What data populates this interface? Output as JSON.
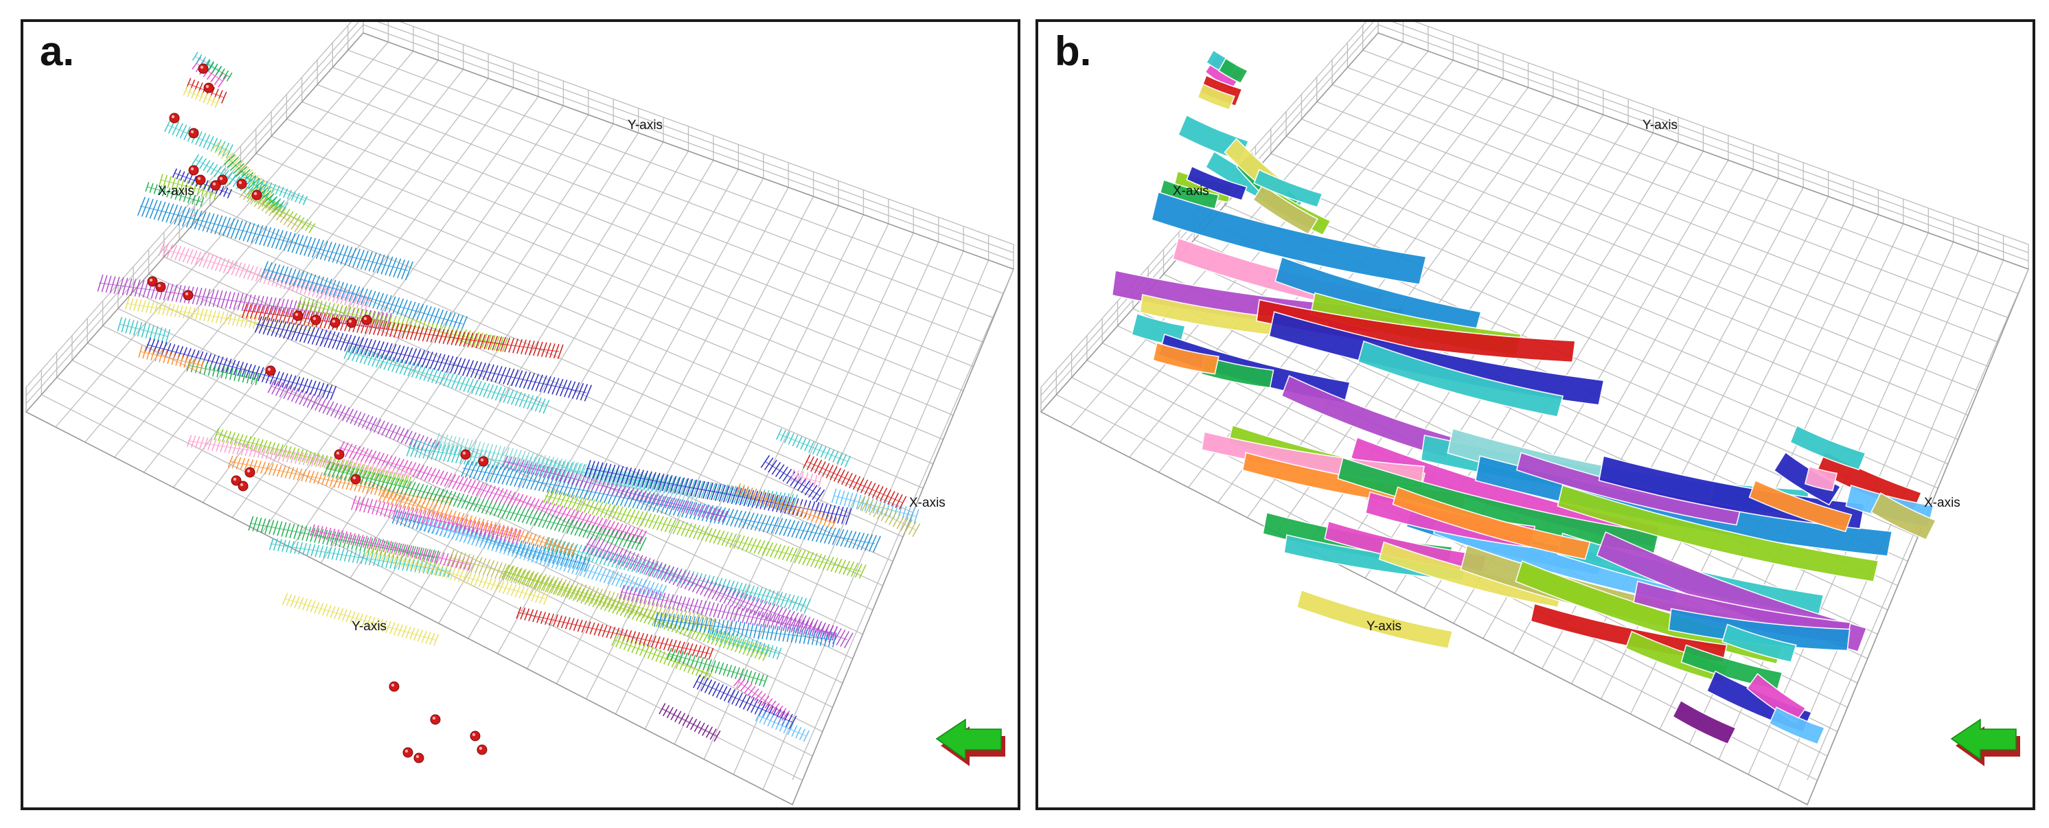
{
  "panels": [
    {
      "id": "a",
      "label": "a.",
      "style": "point-cloud",
      "axis_labels": {
        "x_left": "X-axis",
        "y_top": "Y-axis",
        "x_right": "X-axis",
        "y_bottom": "Y-axis"
      }
    },
    {
      "id": "b",
      "label": "b.",
      "style": "surfaces",
      "axis_labels": {
        "x_left": "X-axis",
        "y_top": "Y-axis",
        "x_right": "X-axis",
        "y_bottom": "Y-axis"
      }
    }
  ],
  "colors": {
    "grid": "#bdbdbd",
    "marker": "#d11a1a",
    "arrow_top": "#22c022",
    "arrow_side": "#b02020",
    "palette": [
      "#1e90d6",
      "#e54cc8",
      "#d61a1a",
      "#90d020",
      "#38c8c8",
      "#2a2ac0",
      "#b04ccc",
      "#e8e060",
      "#20b050",
      "#ff9fd0",
      "#8fd8d8",
      "#c0c060",
      "#ff9030",
      "#60c0ff",
      "#7a1a8a"
    ]
  },
  "icons": {
    "view_arrow": "green-arrow-icon",
    "marker": "red-sphere-icon"
  }
}
